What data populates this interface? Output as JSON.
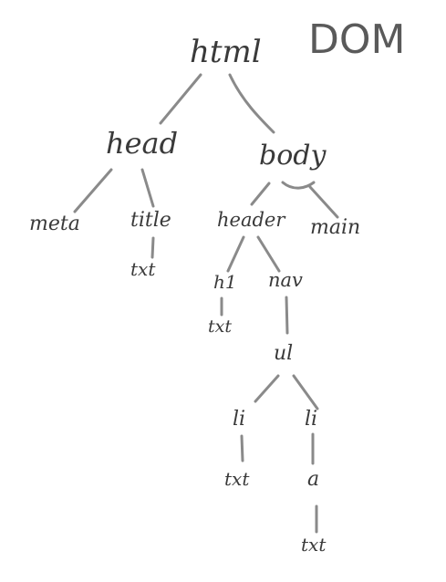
{
  "title": "DOM",
  "nodes": {
    "html": "html",
    "head": "head",
    "body": "body",
    "meta": "meta",
    "title": "title",
    "title_text": "txt",
    "header": "header",
    "main": "main",
    "h1": "h1",
    "h1_text": "txt",
    "nav": "nav",
    "ul": "ul",
    "li_1": "li",
    "li_2": "li",
    "li_1_text": "txt",
    "a": "a",
    "a_text": "txt"
  }
}
